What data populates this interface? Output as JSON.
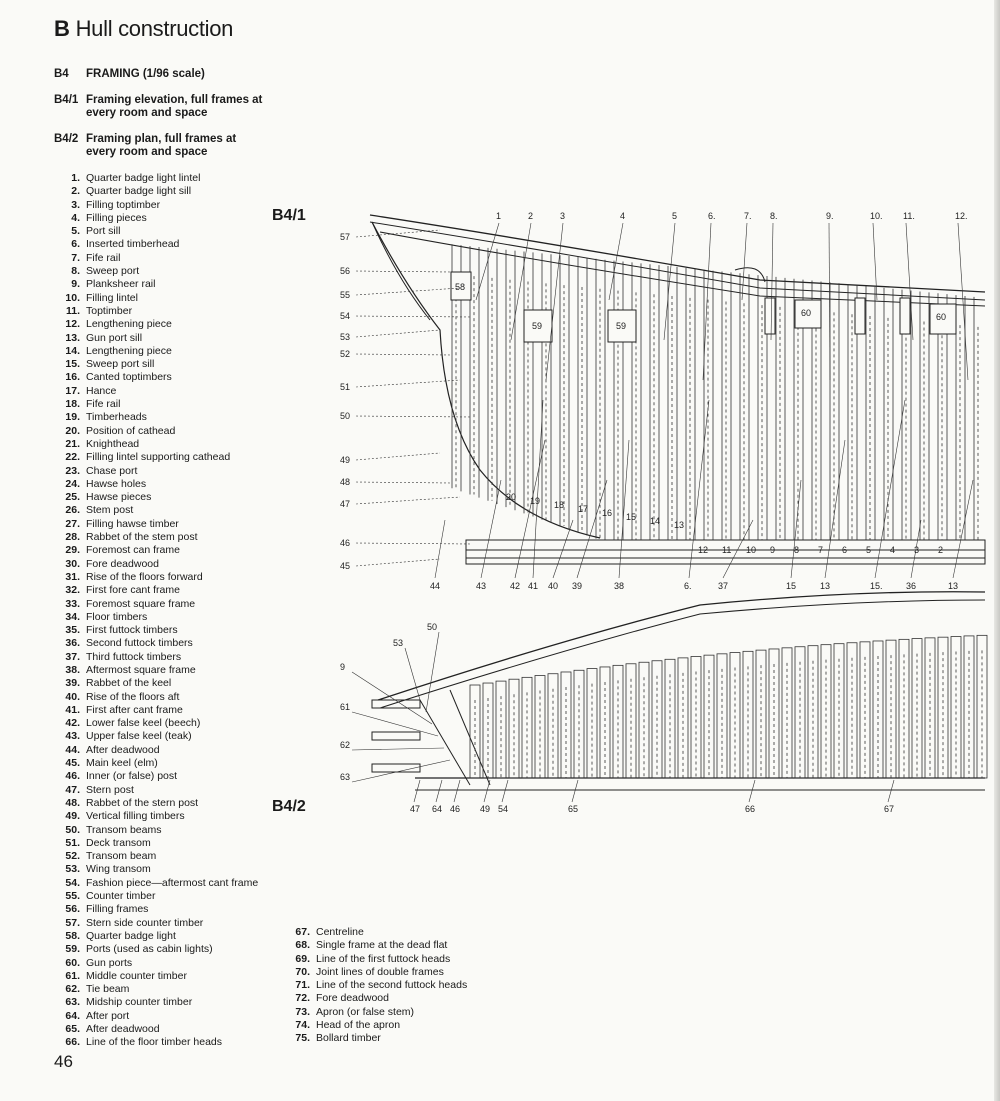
{
  "header": {
    "letter": "B",
    "title": "Hull construction"
  },
  "headings": [
    {
      "code": "B4",
      "text": "FRAMING (1/96 scale)"
    },
    {
      "code": "B4/1",
      "text": "Framing elevation, full frames at every room and space"
    },
    {
      "code": "B4/2",
      "text": "Framing plan, full frames at every room and space"
    }
  ],
  "legend_left": [
    {
      "n": "1.",
      "t": "Quarter badge light lintel"
    },
    {
      "n": "2.",
      "t": "Quarter badge light sill"
    },
    {
      "n": "3.",
      "t": "Filling toptimber"
    },
    {
      "n": "4.",
      "t": "Filling pieces"
    },
    {
      "n": "5.",
      "t": "Port sill"
    },
    {
      "n": "6.",
      "t": "Inserted timberhead"
    },
    {
      "n": "7.",
      "t": "Fife rail"
    },
    {
      "n": "8.",
      "t": "Sweep port"
    },
    {
      "n": "9.",
      "t": "Planksheer rail"
    },
    {
      "n": "10.",
      "t": "Filling lintel"
    },
    {
      "n": "11.",
      "t": "Toptimber"
    },
    {
      "n": "12.",
      "t": "Lengthening piece"
    },
    {
      "n": "13.",
      "t": "Gun port sill"
    },
    {
      "n": "14.",
      "t": "Lengthening piece"
    },
    {
      "n": "15.",
      "t": "Sweep port sill"
    },
    {
      "n": "16.",
      "t": "Canted toptimbers"
    },
    {
      "n": "17.",
      "t": "Hance"
    },
    {
      "n": "18.",
      "t": "Fife rail"
    },
    {
      "n": "19.",
      "t": "Timberheads"
    },
    {
      "n": "20.",
      "t": "Position of cathead"
    },
    {
      "n": "21.",
      "t": "Knighthead"
    },
    {
      "n": "22.",
      "t": "Filling lintel supporting cathead"
    },
    {
      "n": "23.",
      "t": "Chase port"
    },
    {
      "n": "24.",
      "t": "Hawse holes"
    },
    {
      "n": "25.",
      "t": "Hawse pieces"
    },
    {
      "n": "26.",
      "t": "Stem post"
    },
    {
      "n": "27.",
      "t": "Filling hawse timber"
    },
    {
      "n": "28.",
      "t": "Rabbet of the stem post"
    },
    {
      "n": "29.",
      "t": "Foremost can frame"
    },
    {
      "n": "30.",
      "t": "Fore deadwood"
    },
    {
      "n": "31.",
      "t": "Rise of the floors forward"
    },
    {
      "n": "32.",
      "t": "First fore cant frame"
    },
    {
      "n": "33.",
      "t": "Foremost square frame"
    },
    {
      "n": "34.",
      "t": "Floor timbers"
    },
    {
      "n": "35.",
      "t": "First futtock timbers"
    },
    {
      "n": "36.",
      "t": "Second futtock timbers"
    },
    {
      "n": "37.",
      "t": "Third futtock timbers"
    },
    {
      "n": "38.",
      "t": "Aftermost square frame"
    },
    {
      "n": "39.",
      "t": "Rabbet of the keel"
    },
    {
      "n": "40.",
      "t": "Rise of the floors aft"
    },
    {
      "n": "41.",
      "t": "First after cant frame"
    },
    {
      "n": "42.",
      "t": "Lower false keel (beech)"
    },
    {
      "n": "43.",
      "t": "Upper false keel (teak)"
    },
    {
      "n": "44.",
      "t": "After deadwood"
    },
    {
      "n": "45.",
      "t": "Main keel (elm)"
    },
    {
      "n": "46.",
      "t": "Inner (or false) post"
    },
    {
      "n": "47.",
      "t": "Stern post"
    },
    {
      "n": "48.",
      "t": "Rabbet of the stern post"
    },
    {
      "n": "49.",
      "t": "Vertical filling timbers"
    },
    {
      "n": "50.",
      "t": "Transom beams"
    },
    {
      "n": "51.",
      "t": "Deck transom"
    },
    {
      "n": "52.",
      "t": "Transom beam"
    },
    {
      "n": "53.",
      "t": "Wing transom"
    },
    {
      "n": "54.",
      "t": "Fashion piece—aftermost cant frame"
    },
    {
      "n": "55.",
      "t": "Counter timber"
    },
    {
      "n": "56.",
      "t": "Filling frames"
    },
    {
      "n": "57.",
      "t": "Stern side counter timber"
    },
    {
      "n": "58.",
      "t": "Quarter badge light"
    },
    {
      "n": "59.",
      "t": "Ports (used as cabin lights)"
    },
    {
      "n": "60.",
      "t": "Gun ports"
    },
    {
      "n": "61.",
      "t": "Middle counter timber"
    },
    {
      "n": "62.",
      "t": "Tie beam"
    },
    {
      "n": "63.",
      "t": "Midship counter timber"
    },
    {
      "n": "64.",
      "t": "After port"
    },
    {
      "n": "65.",
      "t": "After deadwood"
    },
    {
      "n": "66.",
      "t": "Line of the floor timber heads"
    }
  ],
  "legend_right": [
    {
      "n": "67.",
      "t": "Centreline"
    },
    {
      "n": "68.",
      "t": "Single frame at the dead flat"
    },
    {
      "n": "69.",
      "t": "Line of the first futtock heads"
    },
    {
      "n": "70.",
      "t": "Joint lines of double frames"
    },
    {
      "n": "71.",
      "t": "Line of the second futtock heads"
    },
    {
      "n": "72.",
      "t": "Fore deadwood"
    },
    {
      "n": "73.",
      "t": "Apron (or false stem)"
    },
    {
      "n": "74.",
      "t": "Head of the apron"
    },
    {
      "n": "75.",
      "t": "Bollard timber"
    }
  ],
  "figures": {
    "b41_label": "B4/1",
    "b42_label": "B4/2",
    "b41_top_callouts": [
      "1",
      "2",
      "3",
      "4",
      "5",
      "6.",
      "7.",
      "8.",
      "9.",
      "10.",
      "11.",
      "12."
    ],
    "b41_left_callouts": [
      "57",
      "56",
      "55",
      "54",
      "53",
      "52",
      "51",
      "50",
      "49",
      "48",
      "47",
      "46",
      "45"
    ],
    "b41_bottom_callouts": [
      "44",
      "43",
      "42",
      "41",
      "40",
      "39",
      "38",
      "6.",
      "37",
      "15",
      "13",
      "15.",
      "36",
      "13"
    ],
    "b41_port_labels": [
      "58",
      "59",
      "59",
      "60",
      "60"
    ],
    "b41_frame_numbers": [
      "20",
      "19",
      "18",
      "17",
      "16",
      "15",
      "14",
      "13",
      "12",
      "11",
      "10",
      "9",
      "8",
      "7",
      "6",
      "5",
      "4",
      "3",
      "2"
    ],
    "b42_callouts_top": [
      "53",
      "50",
      "9",
      "61",
      "62",
      "63"
    ],
    "b42_callouts_bottom": [
      "47",
      "64",
      "46",
      "49",
      "54",
      "65",
      "66",
      "67"
    ]
  },
  "page_number": "46"
}
